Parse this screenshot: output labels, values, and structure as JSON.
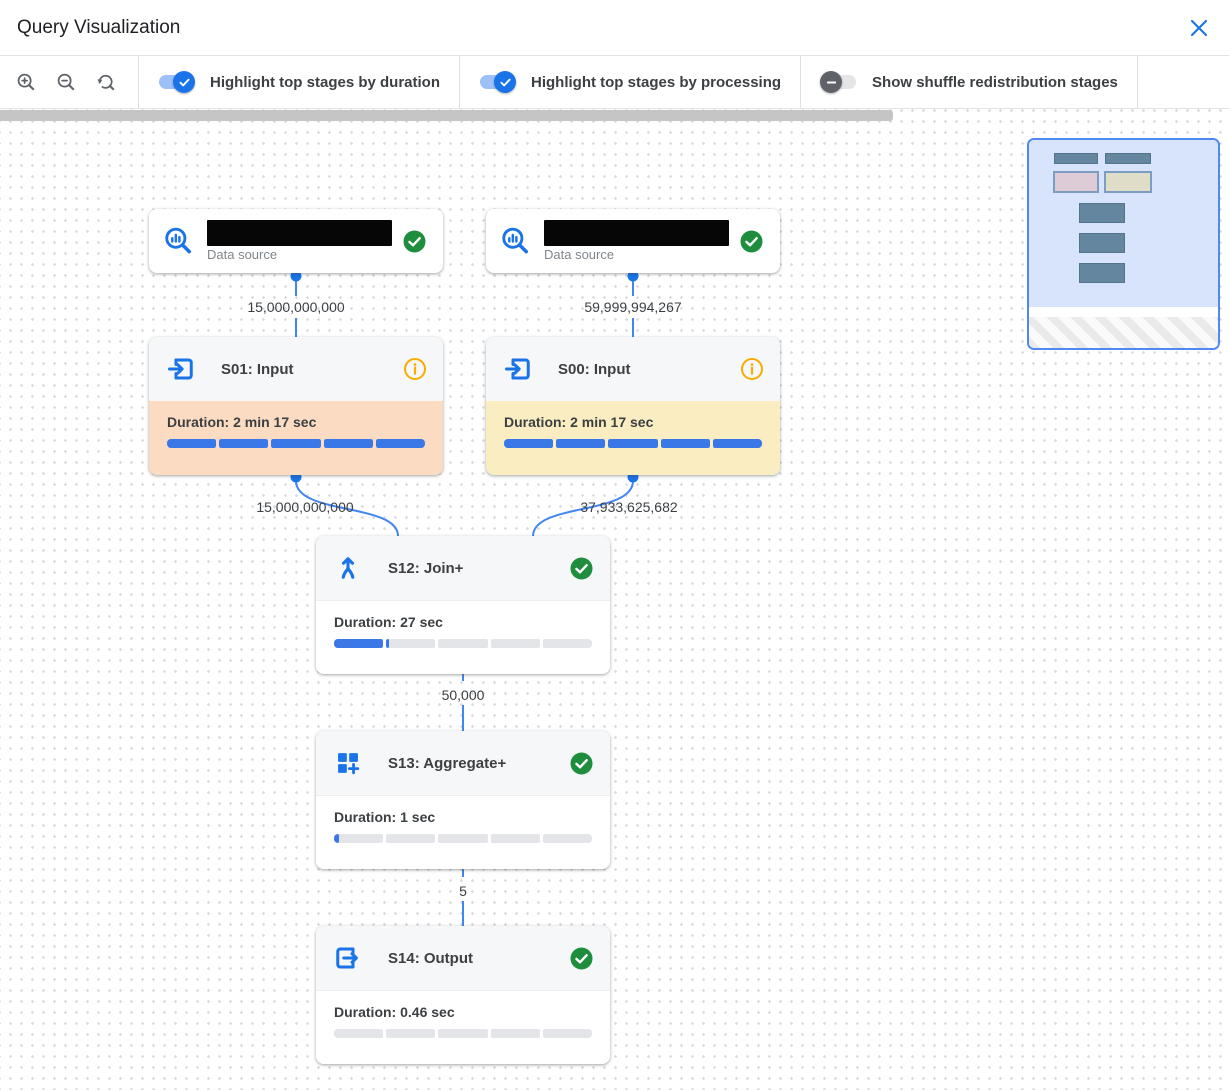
{
  "colors": {
    "accent_blue": "#1a73e8",
    "edge_blue": "#4285f4",
    "bar_blue": "#3b78e7",
    "success_green": "#1e8e3e",
    "info_orange": "#f9ab00",
    "highlight_duration_bg": "#fbdcc3",
    "highlight_processing_bg": "#f9edc1"
  },
  "header": {
    "title": "Query Visualization"
  },
  "toolbar": {
    "zoom_controls": [
      {
        "name": "zoom-in"
      },
      {
        "name": "zoom-out"
      },
      {
        "name": "zoom-reset"
      }
    ],
    "toggles": [
      {
        "label": "Highlight top stages by duration",
        "state": "on"
      },
      {
        "label": "Highlight top stages by processing",
        "state": "on"
      },
      {
        "label": "Show shuffle redistribution stages",
        "state": "off"
      }
    ]
  },
  "graph": {
    "sources": [
      {
        "label": "Data source",
        "name_redacted": true,
        "status": "completed"
      },
      {
        "label": "Data source",
        "name_redacted": true,
        "status": "completed"
      }
    ],
    "stages": [
      {
        "title": "S01: Input",
        "duration": "Duration: 2 min 17 sec",
        "progress_pct": 100,
        "status": "info",
        "highlight": "duration"
      },
      {
        "title": "S00: Input",
        "duration": "Duration: 2 min 17 sec",
        "progress_pct": 100,
        "status": "info",
        "highlight": "processing"
      },
      {
        "title": "S12: Join+",
        "duration": "Duration: 27 sec",
        "progress_pct": 21,
        "status": "completed",
        "highlight": "none"
      },
      {
        "title": "S13: Aggregate+",
        "duration": "Duration: 1 sec",
        "progress_pct": 2,
        "status": "completed",
        "highlight": "none"
      },
      {
        "title": "S14: Output",
        "duration": "Duration: 0.46 sec",
        "progress_pct": 0,
        "status": "completed",
        "highlight": "none"
      }
    ],
    "edges": [
      {
        "from": "source-1",
        "to": "S01",
        "label": "15,000,000,000"
      },
      {
        "from": "source-2",
        "to": "S00",
        "label": "59,999,994,267"
      },
      {
        "from": "S01",
        "to": "S12",
        "label": "15,000,000,000"
      },
      {
        "from": "S00",
        "to": "S12",
        "label": "37,933,625,682"
      },
      {
        "from": "S12",
        "to": "S13",
        "label": "50,000"
      },
      {
        "from": "S13",
        "to": "S14",
        "label": "5"
      }
    ]
  }
}
